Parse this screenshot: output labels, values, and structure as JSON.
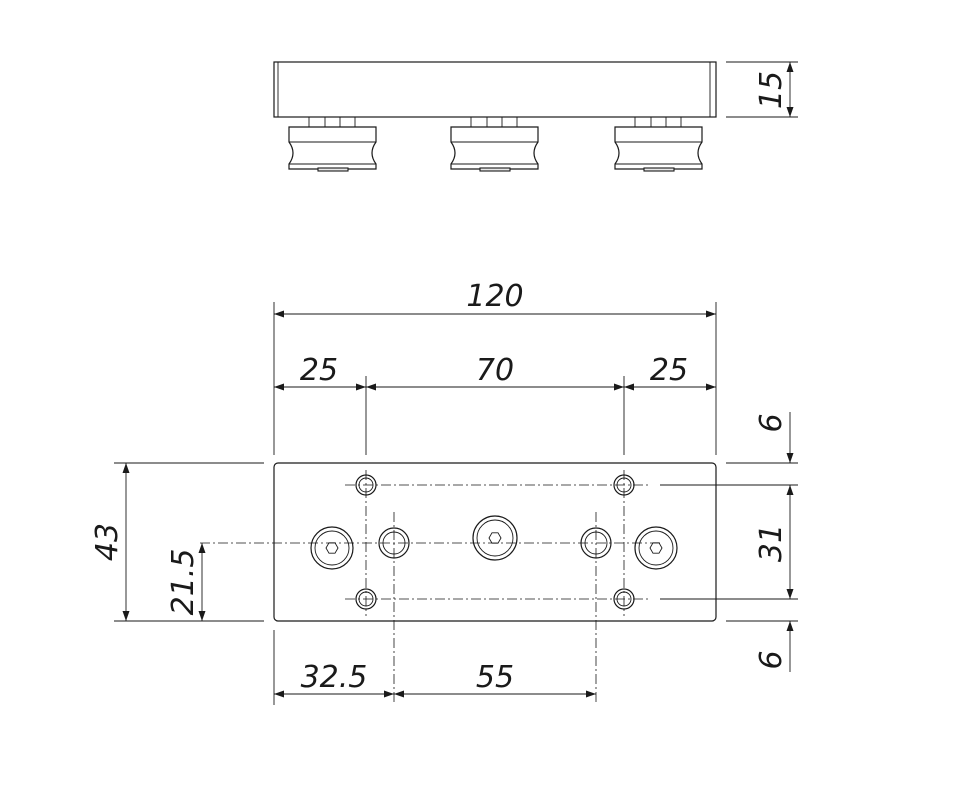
{
  "dimensions": {
    "height_side": "15",
    "overall_width": "120",
    "left_offset": "25",
    "hole_spacing": "70",
    "right_offset": "25",
    "top_edge": "6",
    "row_spacing": "31",
    "bottom_edge": "6",
    "overall_height": "43",
    "center_height": "21.5",
    "center_offset": "32.5",
    "inner_spacing": "55"
  }
}
